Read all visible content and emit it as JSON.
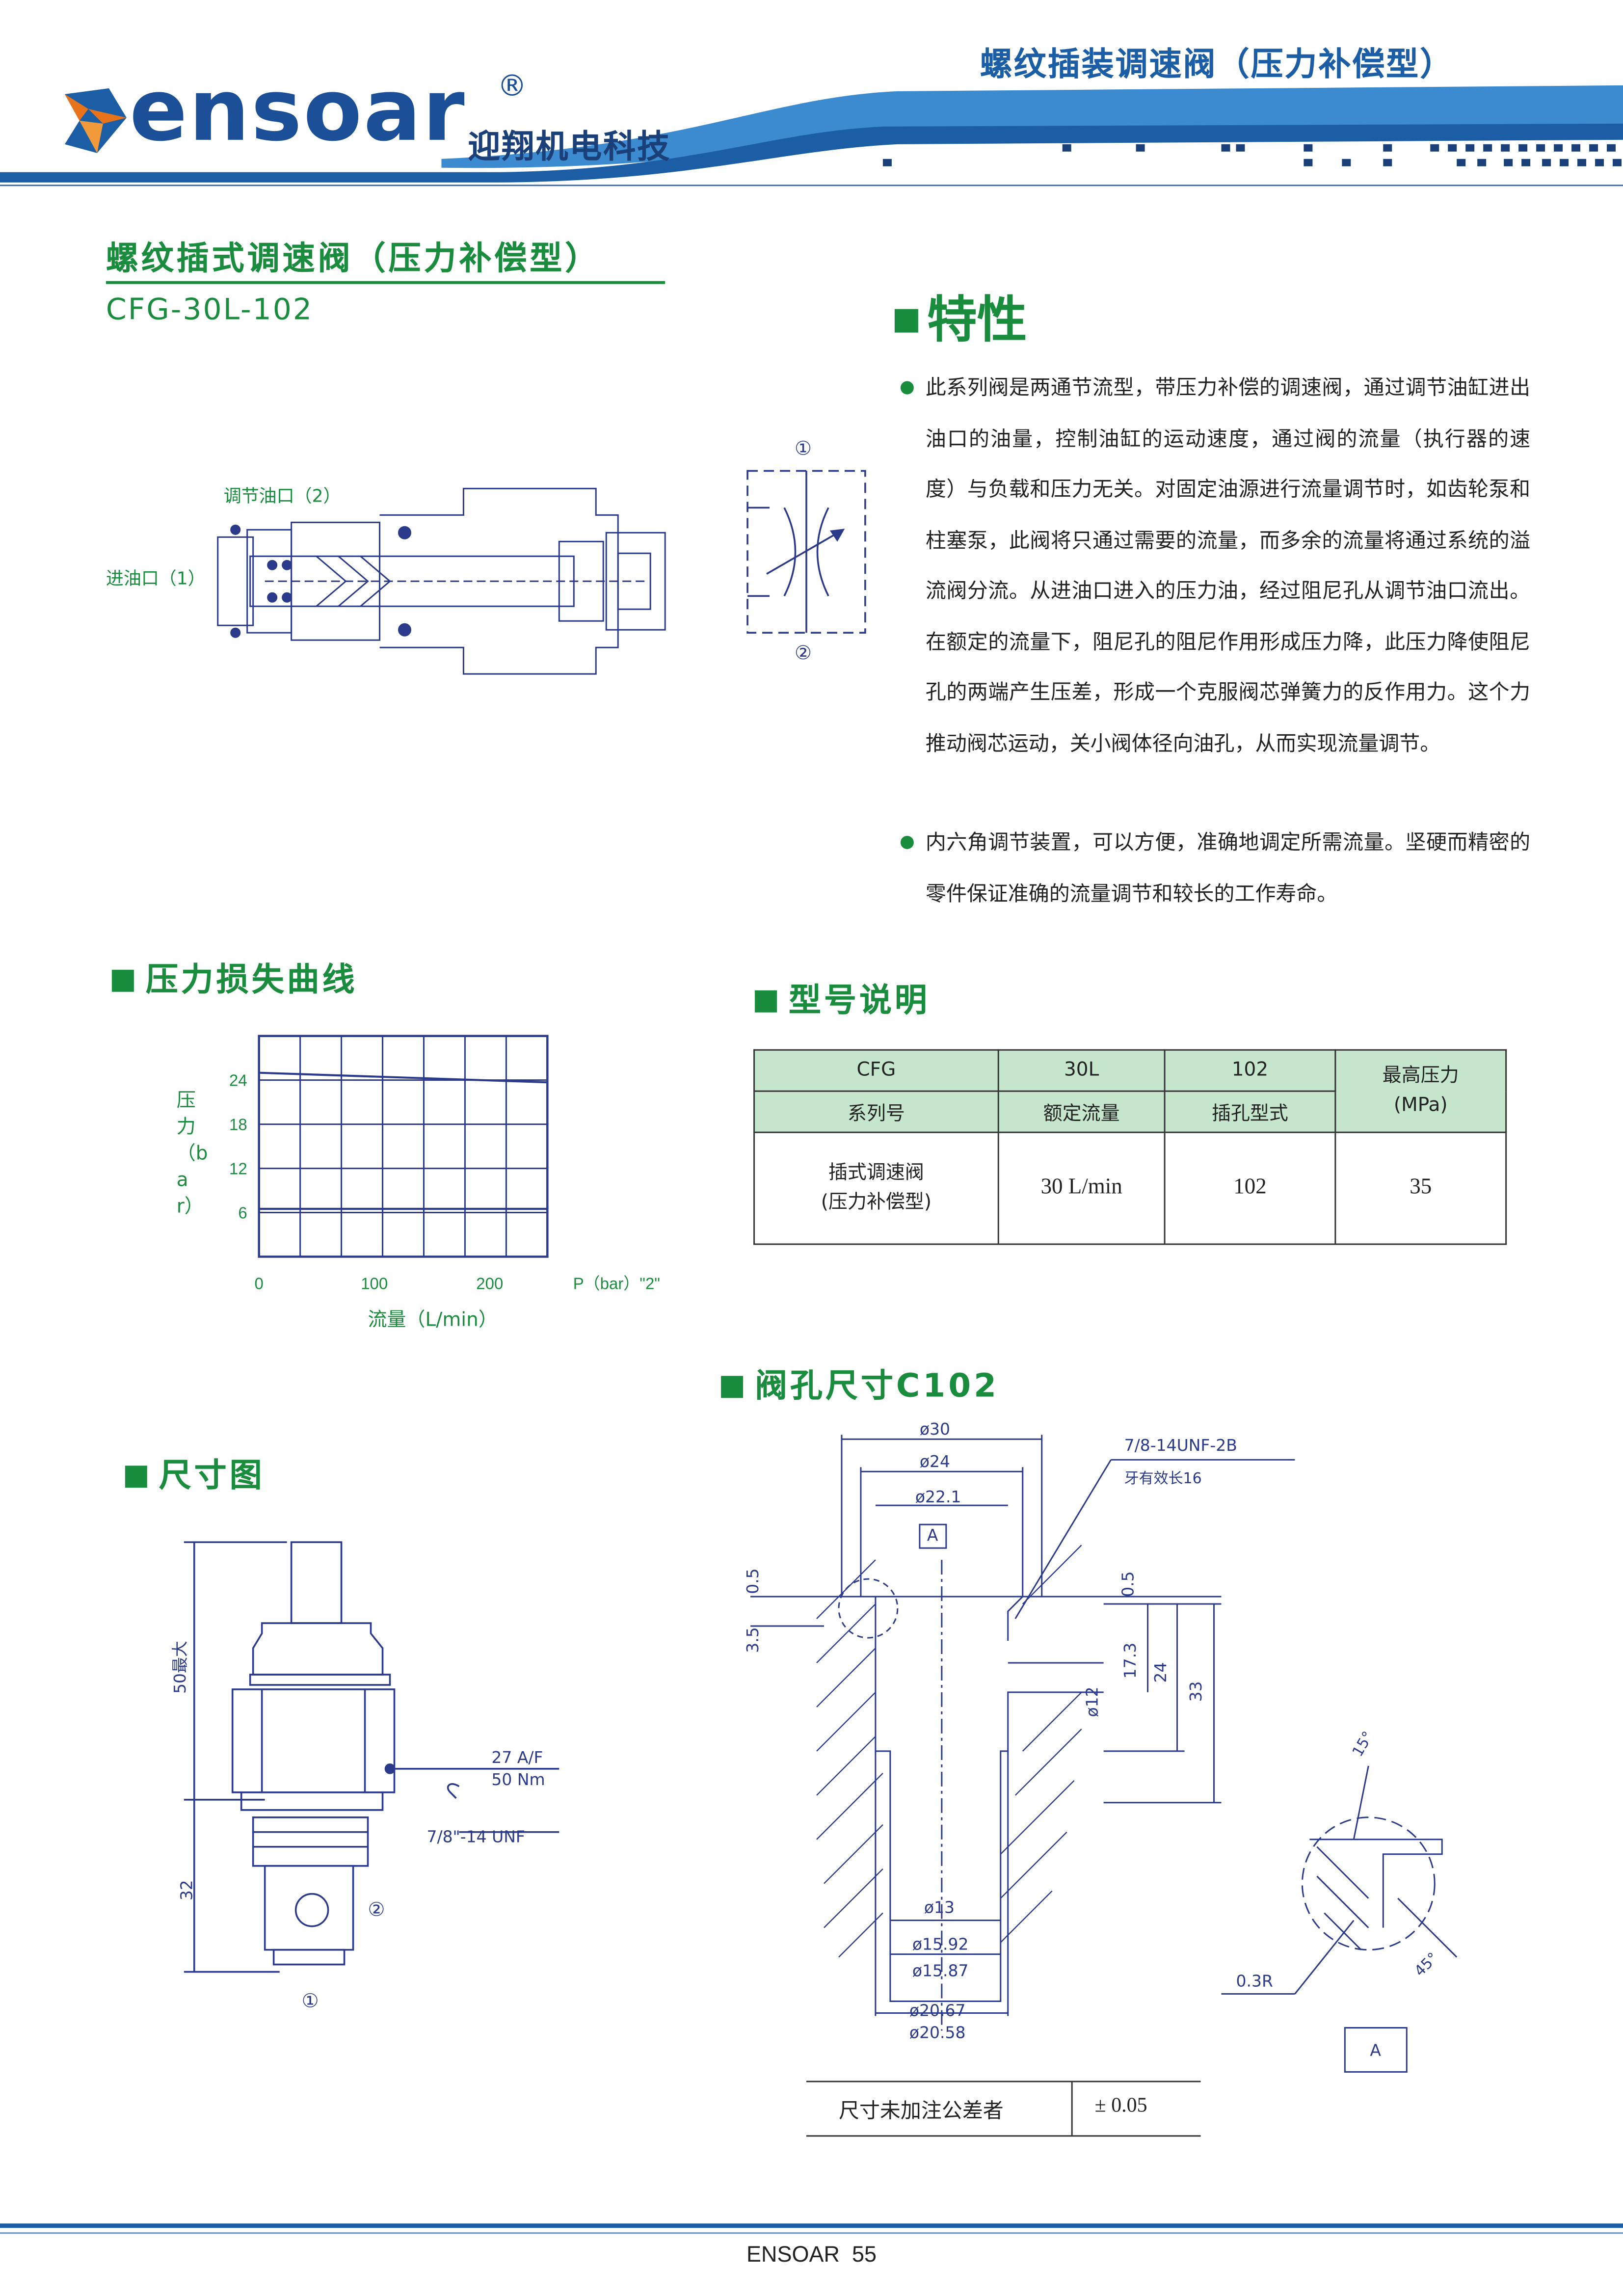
{
  "header": {
    "brand": "ensoar",
    "registered_mark": "®",
    "company_cn": "迎翔机电科技",
    "category_title": "螺纹插装调速阀（压力补偿型）"
  },
  "product": {
    "title": "螺纹插式调速阀（压力补偿型）",
    "model": "CFG-30L-102"
  },
  "section_diagram": {
    "label_port2": "调节油口（2）",
    "label_port1": "进油口（1）",
    "symbol_top": "①",
    "symbol_bottom": "②"
  },
  "features": {
    "heading": "特性",
    "items": [
      "此系列阀是两通节流型，带压力补偿的调速阀，通过调节油缸进出油口的油量，控制油缸的运动速度，通过阀的流量（执行器的速度）与负载和压力无关。对固定油源进行流量调节时，如齿轮泵和柱塞泵，此阀将只通过需要的流量，而多余的流量将通过系统的溢流阀分流。从进油口进入的压力油，经过阻尼孔从调节油口流出。在额定的流量下，阻尼孔的阻尼作用形成压力降，此压力降使阻尼孔的两端产生压差，形成一个克服阀芯弹簧力的反作用力。这个力推动阀芯运动，关小阀体径向油孔，从而实现流量调节。",
      "内六角调节装置，可以方便，准确地调定所需流量。坚硬而精密的零件保证准确的流量调节和较长的工作寿命。"
    ]
  },
  "pressure_curve": {
    "heading": "压力损失曲线"
  },
  "chart_data": {
    "type": "line",
    "ylabel": "压力（bar）",
    "xlabel": "流量（L/min）",
    "x_ticks": [
      "0",
      "100",
      "200",
      "P（bar）\"2\""
    ],
    "y_ticks": [
      "6",
      "12",
      "18",
      "24"
    ],
    "grid": true,
    "series": [
      {
        "x": [
          0,
          250
        ],
        "y": [
          25,
          23.7
        ]
      },
      {
        "x": [
          0,
          250
        ],
        "y": [
          6.5,
          6.5
        ]
      }
    ]
  },
  "model_spec": {
    "heading": "型号说明",
    "codes": [
      "CFG",
      "30L",
      "102"
    ],
    "code_labels": [
      "系列号",
      "额定流量",
      "插孔型式"
    ],
    "max_pressure_label": "最高压力",
    "max_pressure_unit": "(MPa)",
    "values": [
      "插式调速阀\n(压力补偿型)",
      "30 L/min",
      "102",
      "35"
    ]
  },
  "cavity": {
    "heading": "阀孔尺寸C102",
    "dims": {
      "d30": "ø30",
      "d24": "ø24",
      "d22_1": "ø22.1",
      "thread": "7/8-14UNF-2B",
      "thread_len": "牙有效长16",
      "datum": "A",
      "v05a": "0.5",
      "v35": "3.5",
      "v05b": "0.5",
      "v173": "17.3",
      "v24": "24",
      "v33": "33",
      "d12": "ø12",
      "d13": "ø13",
      "d1592": "ø15.92",
      "d1587": "ø15.87",
      "d2067": "ø20.67",
      "d2058": "ø20.58",
      "ang15": "15°",
      "ang45": "45°",
      "r03": "0.3R"
    },
    "tolerance_label": "尺寸未加注公差者",
    "tolerance_value": "± 0.05"
  },
  "dimension_drawing": {
    "heading": "尺寸图",
    "max_len": "50最大",
    "len32": "32",
    "hex": "27 A/F",
    "torque": "50 Nm",
    "thread": "7/8\"-14 UNF",
    "port2": "②",
    "port1": "①"
  },
  "footer": {
    "text": "ENSOAR  55"
  },
  "colors": {
    "accent_green": "#1a8c3e",
    "accent_blue": "#1a5aa0",
    "drawing_blue": "#2b3a8a"
  }
}
